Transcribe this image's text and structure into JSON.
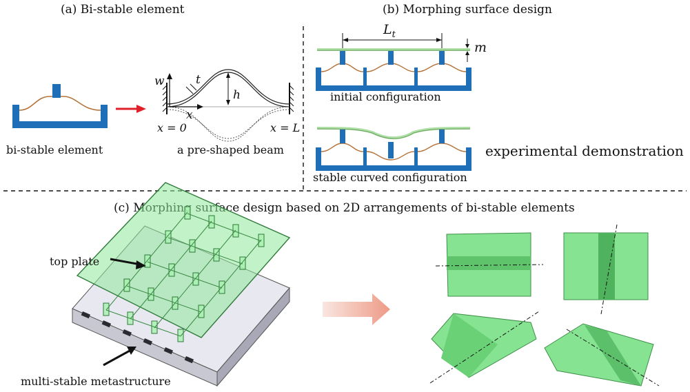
{
  "panels": {
    "a": {
      "title": "(a) Bi-stable element",
      "element_label": "bi-stable element",
      "beam_label": "a pre-shaped beam",
      "w": "w",
      "t": "t",
      "h": "h",
      "x": "x",
      "x0": "x = 0",
      "xL": "x = L"
    },
    "b": {
      "title": "(b) Morphing surface design",
      "Lt": "L",
      "Lt_sub": "t",
      "m": "m",
      "initial_label": "initial configuration",
      "curved_label": "stable curved configuration",
      "photo_label": "experimental demonstration"
    },
    "c": {
      "title": "(c) Morphing surface design based on 2D arrangements of bi-stable elements",
      "top_plate": "top plate",
      "metastructure": "multi-stable metastructure"
    }
  },
  "colors": {
    "blue": "#1f6fb8",
    "beam": "#b5733a",
    "red_arrow": "#e0202a",
    "plate_green": "#7fe08a",
    "arrow_pink": "#f0a090"
  }
}
